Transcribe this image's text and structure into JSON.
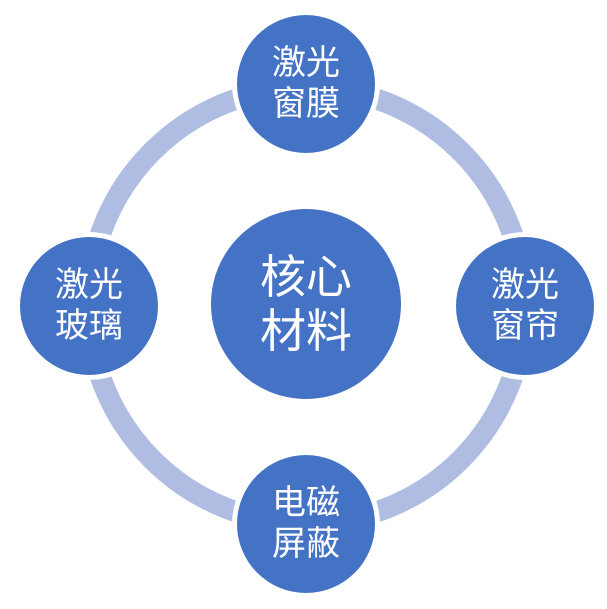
{
  "diagram": {
    "type": "cycle",
    "center": {
      "id": "core",
      "lines": [
        "核心",
        "材料"
      ]
    },
    "nodes": [
      {
        "id": "top",
        "lines": [
          "激光",
          "窗膜"
        ]
      },
      {
        "id": "right",
        "lines": [
          "激光",
          "窗帘"
        ]
      },
      {
        "id": "bottom",
        "lines": [
          "电磁",
          "屏蔽"
        ]
      },
      {
        "id": "left",
        "lines": [
          "激光",
          "玻璃"
        ]
      }
    ]
  },
  "colors": {
    "node-fill": "#4472C4",
    "ring": "#B0BDE2",
    "text": "#FFFFFF",
    "background": "#FFFFFF"
  }
}
